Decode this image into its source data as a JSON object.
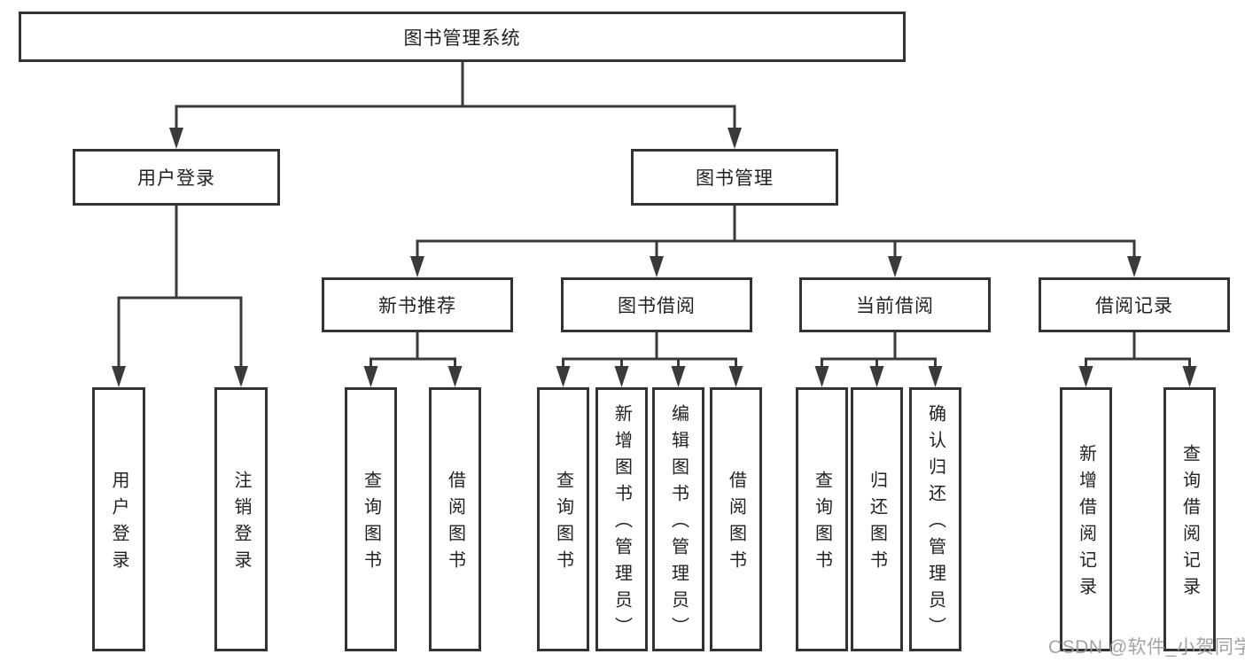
{
  "tree": {
    "root": {
      "label": "图书管理系统"
    },
    "children": [
      {
        "label": "用户登录",
        "children": [
          {
            "label": "用户登录"
          },
          {
            "label": "注销登录"
          }
        ]
      },
      {
        "label": "图书管理",
        "children": [
          {
            "label": "新书推荐",
            "children": [
              {
                "label": "查询图书"
              },
              {
                "label": "借阅图书"
              }
            ]
          },
          {
            "label": "图书借阅",
            "children": [
              {
                "label": "查询图书"
              },
              {
                "label": "新增图书（管理员）"
              },
              {
                "label": "编辑图书（管理员）"
              },
              {
                "label": "借阅图书"
              }
            ]
          },
          {
            "label": "当前借阅",
            "children": [
              {
                "label": "查询图书"
              },
              {
                "label": "归还图书"
              },
              {
                "label": "确认归还（管理员）"
              }
            ]
          },
          {
            "label": "借阅记录",
            "children": [
              {
                "label": "新增借阅记录"
              },
              {
                "label": "查询借阅记录"
              }
            ]
          }
        ]
      }
    ]
  },
  "watermark": "CSDN @软件_小贺同学",
  "colors": {
    "line": "#3a3a3a",
    "box_border": "#333333",
    "box_fill": "#ffffff",
    "text": "#222222",
    "watermark": "#9c9c9c",
    "background": "#ffffff"
  }
}
